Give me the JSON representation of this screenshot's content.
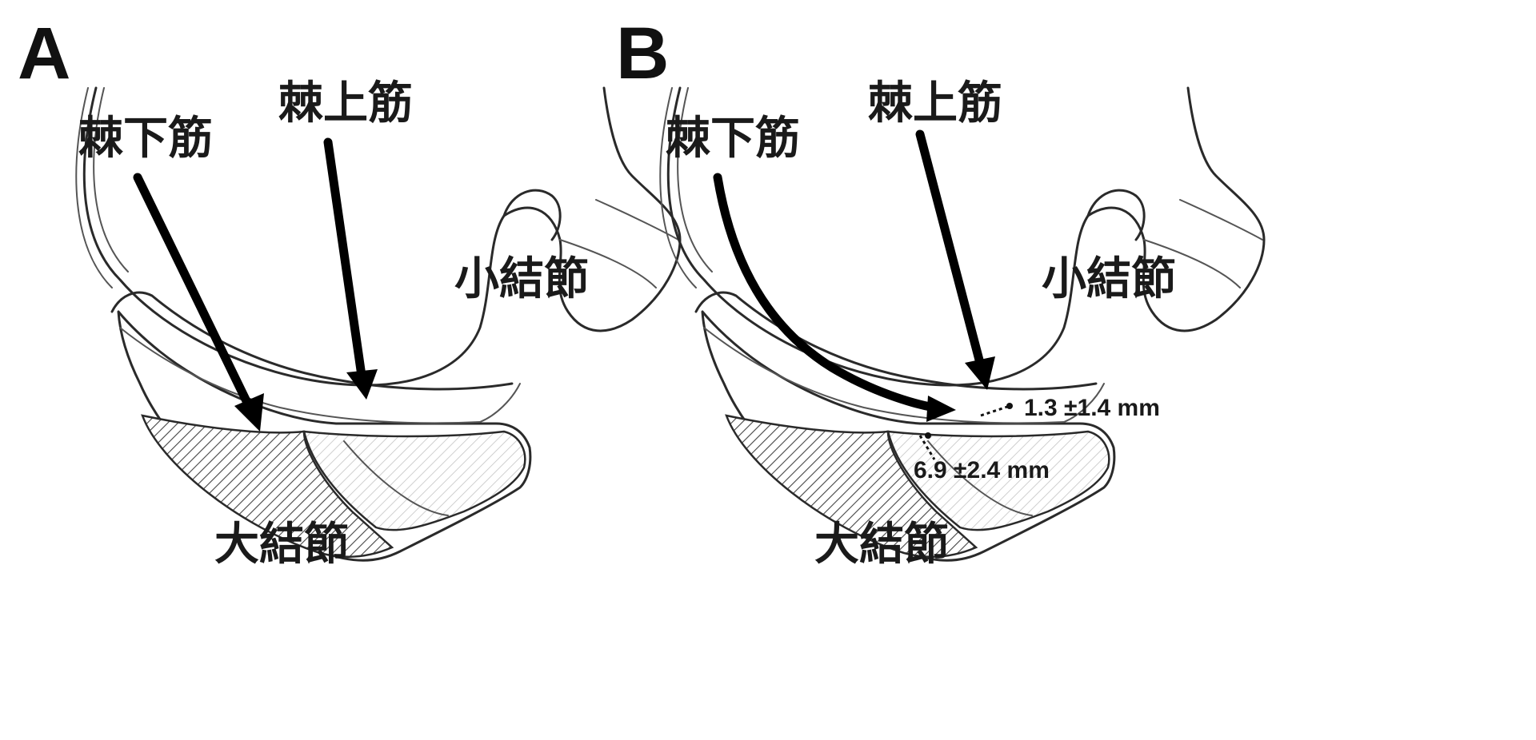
{
  "figure": {
    "panels": [
      {
        "id": "A",
        "letter": "A",
        "labels": {
          "infraspinatus": "棘下筋",
          "supraspinatus": "棘上筋",
          "lesser_tuberosity": "小結節",
          "greater_tuberosity": "大結節"
        }
      },
      {
        "id": "B",
        "letter": "B",
        "labels": {
          "infraspinatus": "棘下筋",
          "supraspinatus": "棘上筋",
          "lesser_tuberosity": "小結節",
          "greater_tuberosity": "大結節"
        },
        "measurements": [
          "1.3 ±1.4 mm",
          "6.9 ±2.4 mm"
        ]
      }
    ],
    "colors": {
      "ink": "#000000",
      "hatch_dark": "#444444",
      "hatch_light": "#bbbbbb",
      "background": "#ffffff"
    }
  }
}
